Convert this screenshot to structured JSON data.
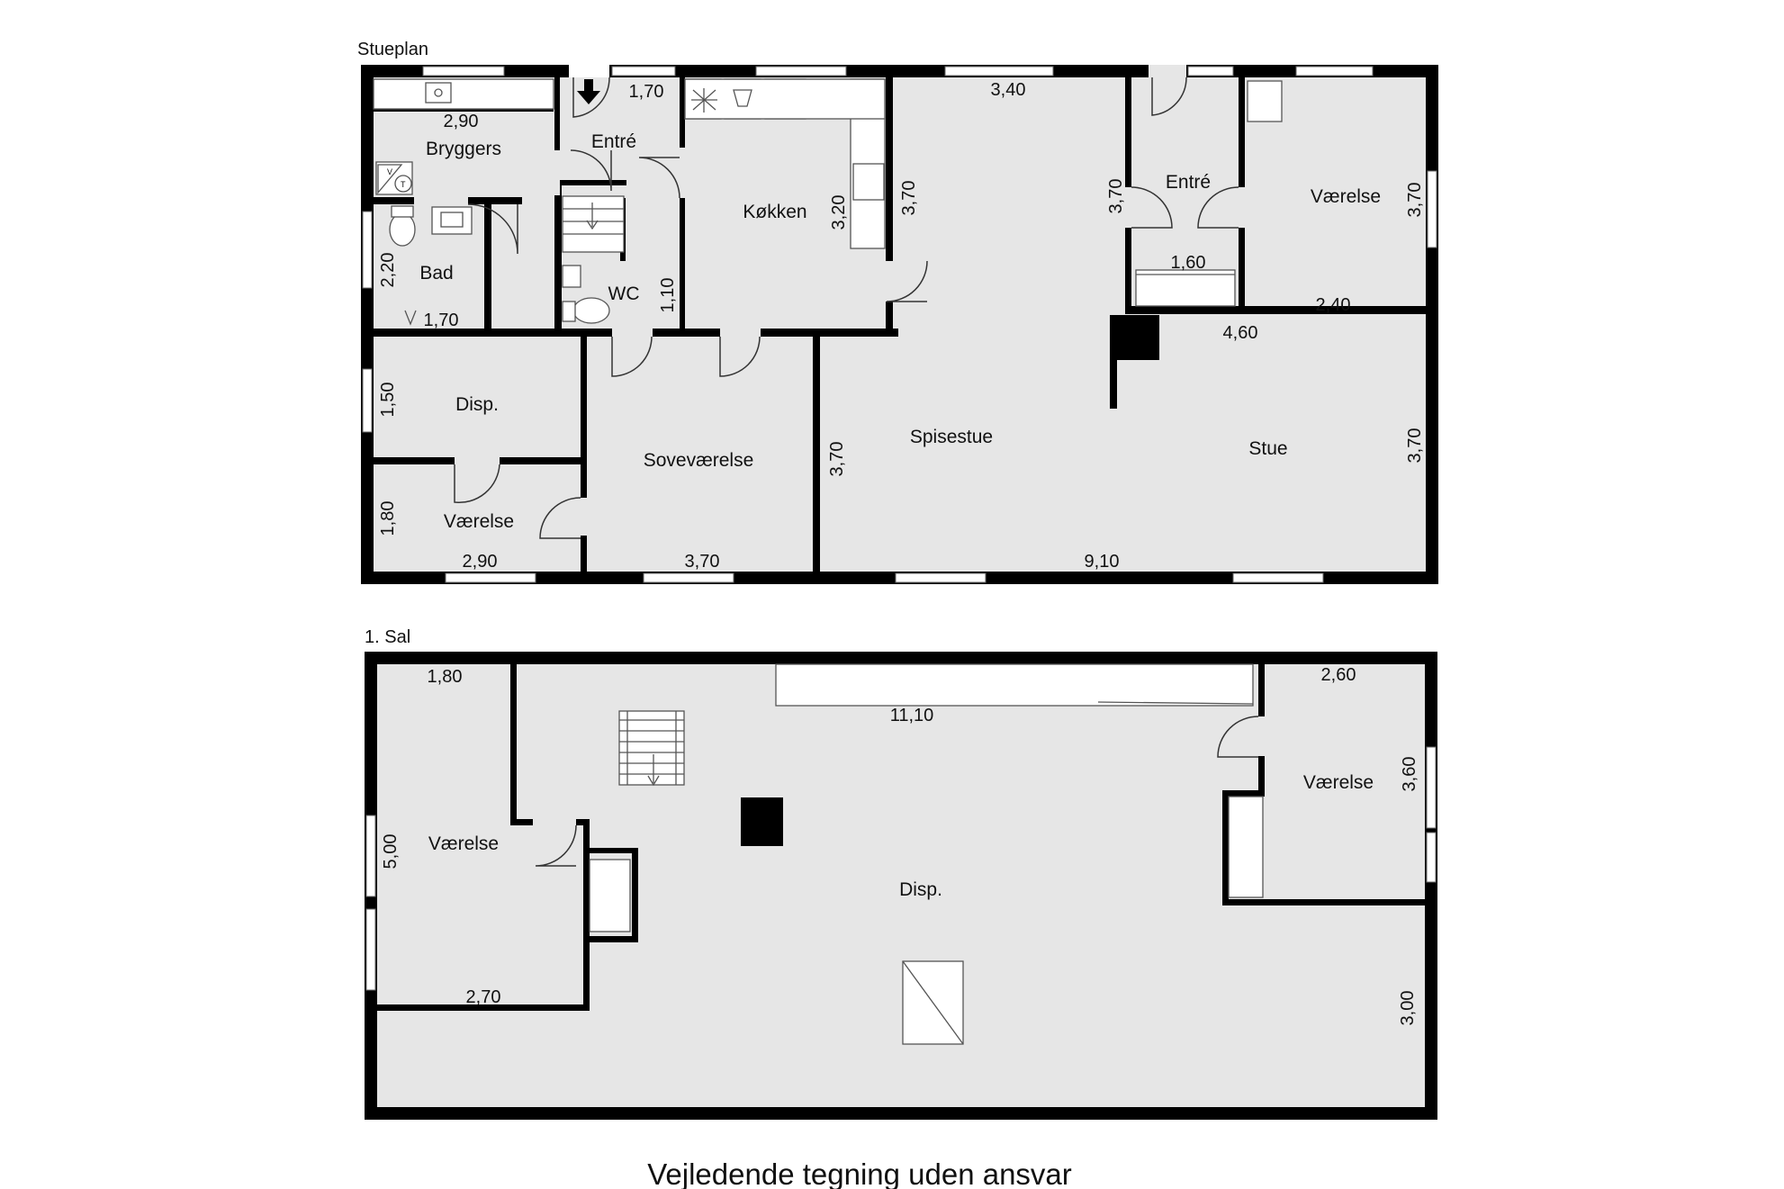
{
  "floors": {
    "ground": {
      "label": "Stueplan"
    },
    "first": {
      "label": "1. Sal"
    }
  },
  "rooms": {
    "bryggers": "Bryggers",
    "entre1": "Entré",
    "kokken": "Køkken",
    "entre2": "Entré",
    "vaerelse_ne": "Værelse",
    "bad": "Bad",
    "wc": "WC",
    "disp_ground": "Disp.",
    "sovevaerelse": "Soveværelse",
    "spisestue": "Spisestue",
    "stue": "Stue",
    "vaerelse_sw": "Værelse",
    "vaerelse_up_w": "Værelse",
    "vaerelse_up_e": "Værelse",
    "disp_up": "Disp."
  },
  "dimensions": {
    "d_2_90_bryggers": "2,90",
    "d_1_70_entre": "1,70",
    "d_3_40": "3,40",
    "d_3_70_spise_top": "3,70",
    "d_3_20": "3,20",
    "d_3_70_entre2": "3,70",
    "d_3_70_vaerelse": "3,70",
    "d_1_60": "1,60",
    "d_2_40": "2,40",
    "d_2_20": "2,20",
    "d_1_70_bad": "1,70",
    "d_1_10": "1,10",
    "d_4_60": "4,60",
    "d_1_50": "1,50",
    "d_3_70_spise_side": "3,70",
    "d_3_70_stue": "3,70",
    "d_1_80_vaerelse": "1,80",
    "d_2_90_vaerelse": "2,90",
    "d_3_70_sove": "3,70",
    "d_9_10": "9,10",
    "u_1_80": "1,80",
    "u_11_10": "11,10",
    "u_2_60": "2,60",
    "u_3_60": "3,60",
    "u_5_00": "5,00",
    "u_2_70": "2,70",
    "u_3_00": "3,00"
  },
  "footer": "Vejledende tegning uden ansvar"
}
